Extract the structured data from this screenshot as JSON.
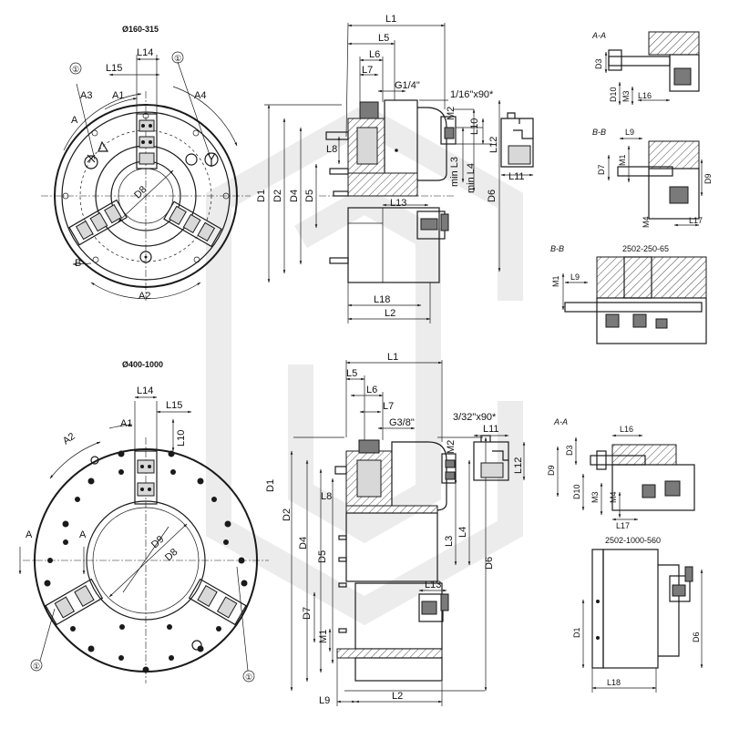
{
  "top_view": {
    "title": "Ø160-315",
    "labels": [
      "L15",
      "L14",
      "A3",
      "A1",
      "A4",
      "A",
      "D8",
      "B",
      "A2"
    ],
    "callout": "①"
  },
  "top_side": {
    "labels": [
      "L1",
      "L5",
      "L6",
      "L7",
      "G1/4\"",
      "1/16\"x90*",
      "M2",
      "L10",
      "L8",
      "L12",
      "min L3",
      "min L4",
      "D1",
      "D2",
      "D4",
      "D5",
      "D6",
      "L11",
      "L13",
      "L18",
      "L2"
    ]
  },
  "top_sections": {
    "aa_title": "A-A",
    "aa_labels": [
      "D3",
      "D10",
      "M3",
      "L16"
    ],
    "bb_title": "B-B",
    "bb_labels": [
      "L9",
      "D7",
      "M1",
      "D9",
      "M4",
      "L17"
    ]
  },
  "mid_section": {
    "title": "B-B",
    "model": "2502-250-65",
    "labels": [
      "M1",
      "L9"
    ]
  },
  "bottom_view": {
    "title": "Ø400-1000",
    "labels": [
      "L14",
      "L15",
      "A1",
      "L10",
      "A2",
      "D9",
      "D8",
      "A",
      "A"
    ],
    "callout": "①"
  },
  "bottom_side": {
    "labels": [
      "L1",
      "L5",
      "L6",
      "L7",
      "G3/8\"",
      "3/32\"x90*",
      "M2",
      "L11",
      "L12",
      "D1",
      "D2",
      "L8",
      "D4",
      "D5",
      "L3",
      "L4",
      "D6",
      "L13",
      "D7",
      "M1",
      "L9",
      "L2"
    ]
  },
  "bottom_sections": {
    "aa_title": "A-A",
    "aa_labels": [
      "L16",
      "D3",
      "D9",
      "D10",
      "M3",
      "M4",
      "L17"
    ],
    "model": "2502-1000-560",
    "model_labels": [
      "D1",
      "D6",
      "L18"
    ]
  }
}
